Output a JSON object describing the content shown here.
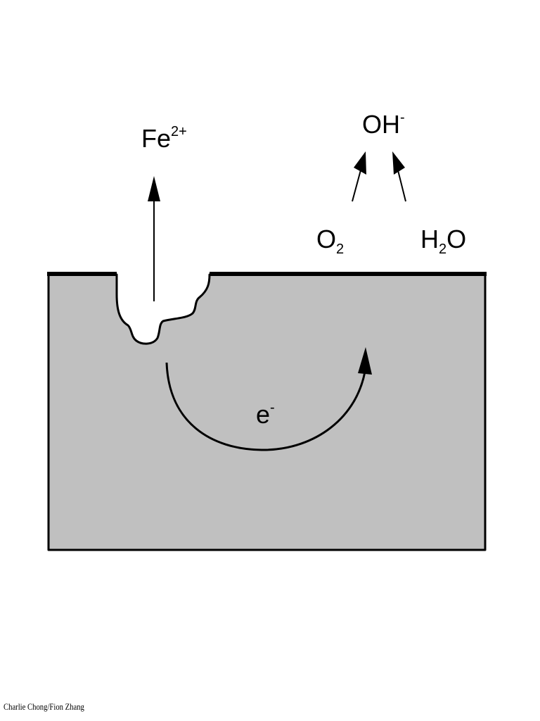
{
  "diagram": {
    "labels": {
      "iron_ion": {
        "base": "Fe",
        "sup": "2+"
      },
      "hydroxide": {
        "base": "OH",
        "sup": "-"
      },
      "oxygen": {
        "base": "O",
        "sub": "2"
      },
      "water": {
        "base": "H",
        "sub": "2",
        "tail": "O"
      },
      "electron": {
        "base": "e",
        "sup": "-"
      }
    },
    "colors": {
      "metal_fill": "#c0c0c0",
      "stroke": "#000000",
      "background": "#ffffff"
    }
  },
  "footer": {
    "credit": "Charlie Chong/Fion Zhang"
  }
}
